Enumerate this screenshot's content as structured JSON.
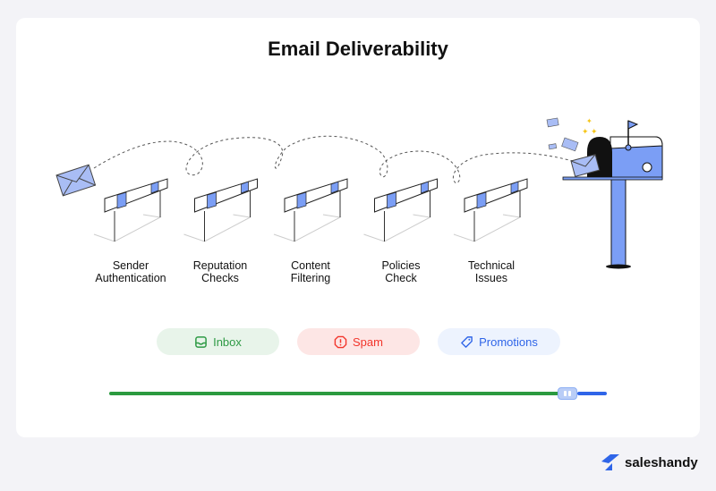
{
  "title": "Email Deliverability",
  "stages": [
    {
      "line1": "Sender",
      "line2": "Authentication"
    },
    {
      "line1": "Reputation",
      "line2": "Checks"
    },
    {
      "line1": "Content",
      "line2": "Filtering"
    },
    {
      "line1": "Policies",
      "line2": "Check"
    },
    {
      "line1": "Technical",
      "line2": "Issues"
    }
  ],
  "legend": [
    {
      "label": "Inbox",
      "icon": "inbox-icon",
      "color": "#2e9a45",
      "bg": "#e8f4ea"
    },
    {
      "label": "Spam",
      "icon": "alert-octagon-icon",
      "color": "#f2352b",
      "bg": "#fde6e5"
    },
    {
      "label": "Promotions",
      "icon": "tag-icon",
      "color": "#2f65e8",
      "bg": "#edf3fe"
    }
  ],
  "distribution": {
    "inbox_pct": 92,
    "spam_pct": 2,
    "promotions_pct": 6
  },
  "brand": "saleshandy",
  "accent": "#7b9ef5"
}
